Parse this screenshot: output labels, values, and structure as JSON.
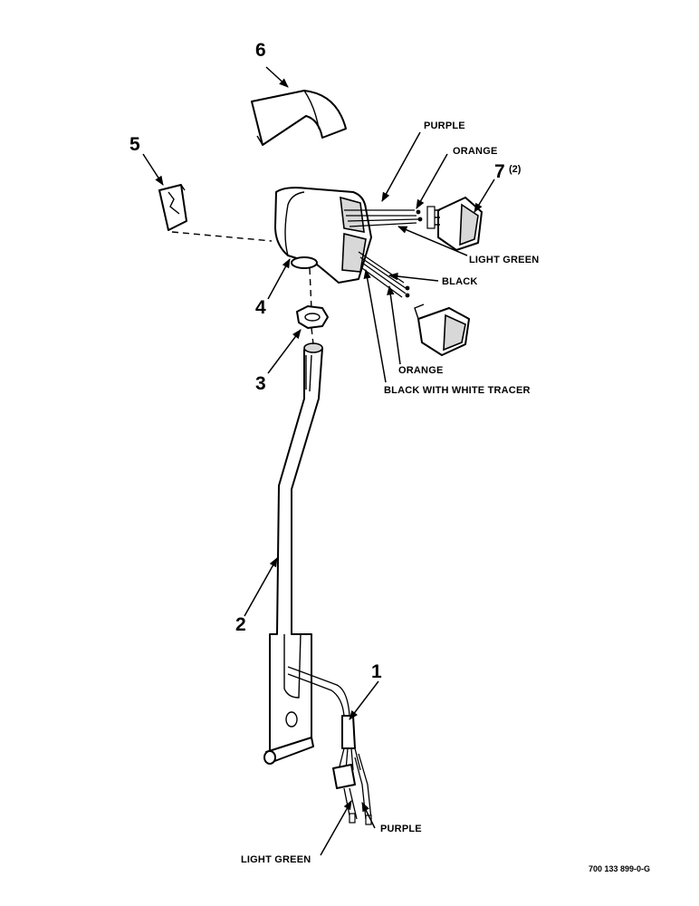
{
  "callouts": {
    "part1": "1",
    "part2": "2",
    "part3": "3",
    "part4": "4",
    "part5": "5",
    "part6": "6",
    "part7": "7",
    "part7_qty": "(2)"
  },
  "wire_labels": {
    "purple_top": "PURPLE",
    "orange_top": "ORANGE",
    "light_green_top": "LIGHT GREEN",
    "black": "BLACK",
    "orange_bottom": "ORANGE",
    "black_white_tracer": "BLACK WITH WHITE TRACER",
    "purple_bottom": "PURPLE",
    "light_green_bottom": "LIGHT GREEN"
  },
  "document_number": "700 133 899-0-G",
  "colors": {
    "ink": "#000000",
    "paper": "#ffffff"
  }
}
